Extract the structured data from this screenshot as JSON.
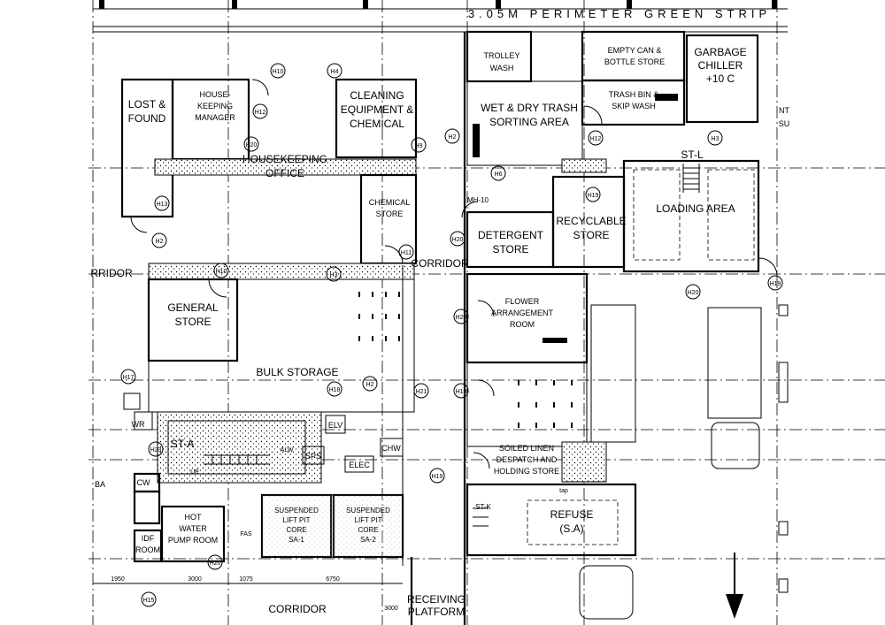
{
  "top_strip": "3.05M PERIMETER GREEN STRIP",
  "rooms": {
    "trolley_wash": [
      "TROLLEY",
      "WASH"
    ],
    "empty_can": [
      "EMPTY CAN &",
      "BOTTLE STORE"
    ],
    "garbage_chiller": [
      "GARBAGE",
      "CHILLER",
      "+10 C"
    ],
    "trash_bin": [
      "TRASH BIN &",
      "SKIP WASH"
    ],
    "lost_found": [
      "LOST &",
      "FOUND"
    ],
    "hk_manager": [
      "HOUSE-",
      "KEEPING",
      "MANAGER"
    ],
    "cleaning": [
      "CLEANING",
      "EQUIPMENT &",
      "CHEMICAL"
    ],
    "wet_dry": [
      "WET & DRY TRASH",
      "SORTING AREA"
    ],
    "hk_office": [
      "HOUSEKEEPING",
      "OFFICE"
    ],
    "chemical_store": [
      "CHEMICAL",
      "STORE"
    ],
    "recyclable": [
      "RECYCLABLE",
      "STORE"
    ],
    "detergent": [
      "DETERGENT",
      "STORE"
    ],
    "loading": "LOADING AREA",
    "general_store": [
      "GENERAL",
      "STORE"
    ],
    "flower": [
      "FLOWER",
      "ARRANGEMENT",
      "ROOM"
    ],
    "bulk_storage": "BULK STORAGE",
    "soiled_linen": [
      "SOILED LINEN",
      "DESPATCH AND",
      "HOLDING STORE"
    ],
    "refuse": [
      "REFUSE",
      "(S.A)"
    ],
    "hot_water": [
      "HOT",
      "WATER",
      "PUMP ROOM"
    ],
    "idf": [
      "IDF",
      "ROOM"
    ],
    "lift1": [
      "SUSPENDED",
      "LIFT PIT",
      "CORE",
      "SA-1"
    ],
    "lift2": [
      "SUSPENDED",
      "LIFT PIT",
      "CORE",
      "SA-2"
    ],
    "receiving": [
      "RECEIVING",
      "PLATFORM"
    ]
  },
  "labels": {
    "corridor_left": "RRIDOR",
    "corridor_mid": "CORRIDOR",
    "corridor_bottom": "CORRIDOR",
    "st_a": "ST-A",
    "st_l": "ST-L",
    "st_k": "ST-K",
    "mh10": "MH-10",
    "nt": "NT",
    "su": "SU",
    "elv": "ELV",
    "elec": "ELEC",
    "chw": "CHW",
    "sps": "SPS",
    "cw": "CW",
    "wr": "WR",
    "fas": "FAS",
    "alw": "ALW",
    "ba": "BA",
    "up": "UP",
    "tap": "tap"
  },
  "dimensions": [
    "1950",
    "3000",
    "1075",
    "6750",
    "3000"
  ],
  "tags": [
    "H10",
    "H4",
    "H12",
    "H20",
    "H9",
    "H2",
    "H6",
    "H12",
    "H3",
    "H13",
    "H19",
    "H20",
    "H2",
    "H11",
    "H10",
    "H3",
    "H20",
    "H19",
    "H20",
    "H17",
    "H18",
    "H2",
    "H21",
    "H13",
    "H23",
    "H19",
    "H20",
    "H15"
  ],
  "colors": {
    "line": "#000000",
    "background": "#ffffff"
  }
}
